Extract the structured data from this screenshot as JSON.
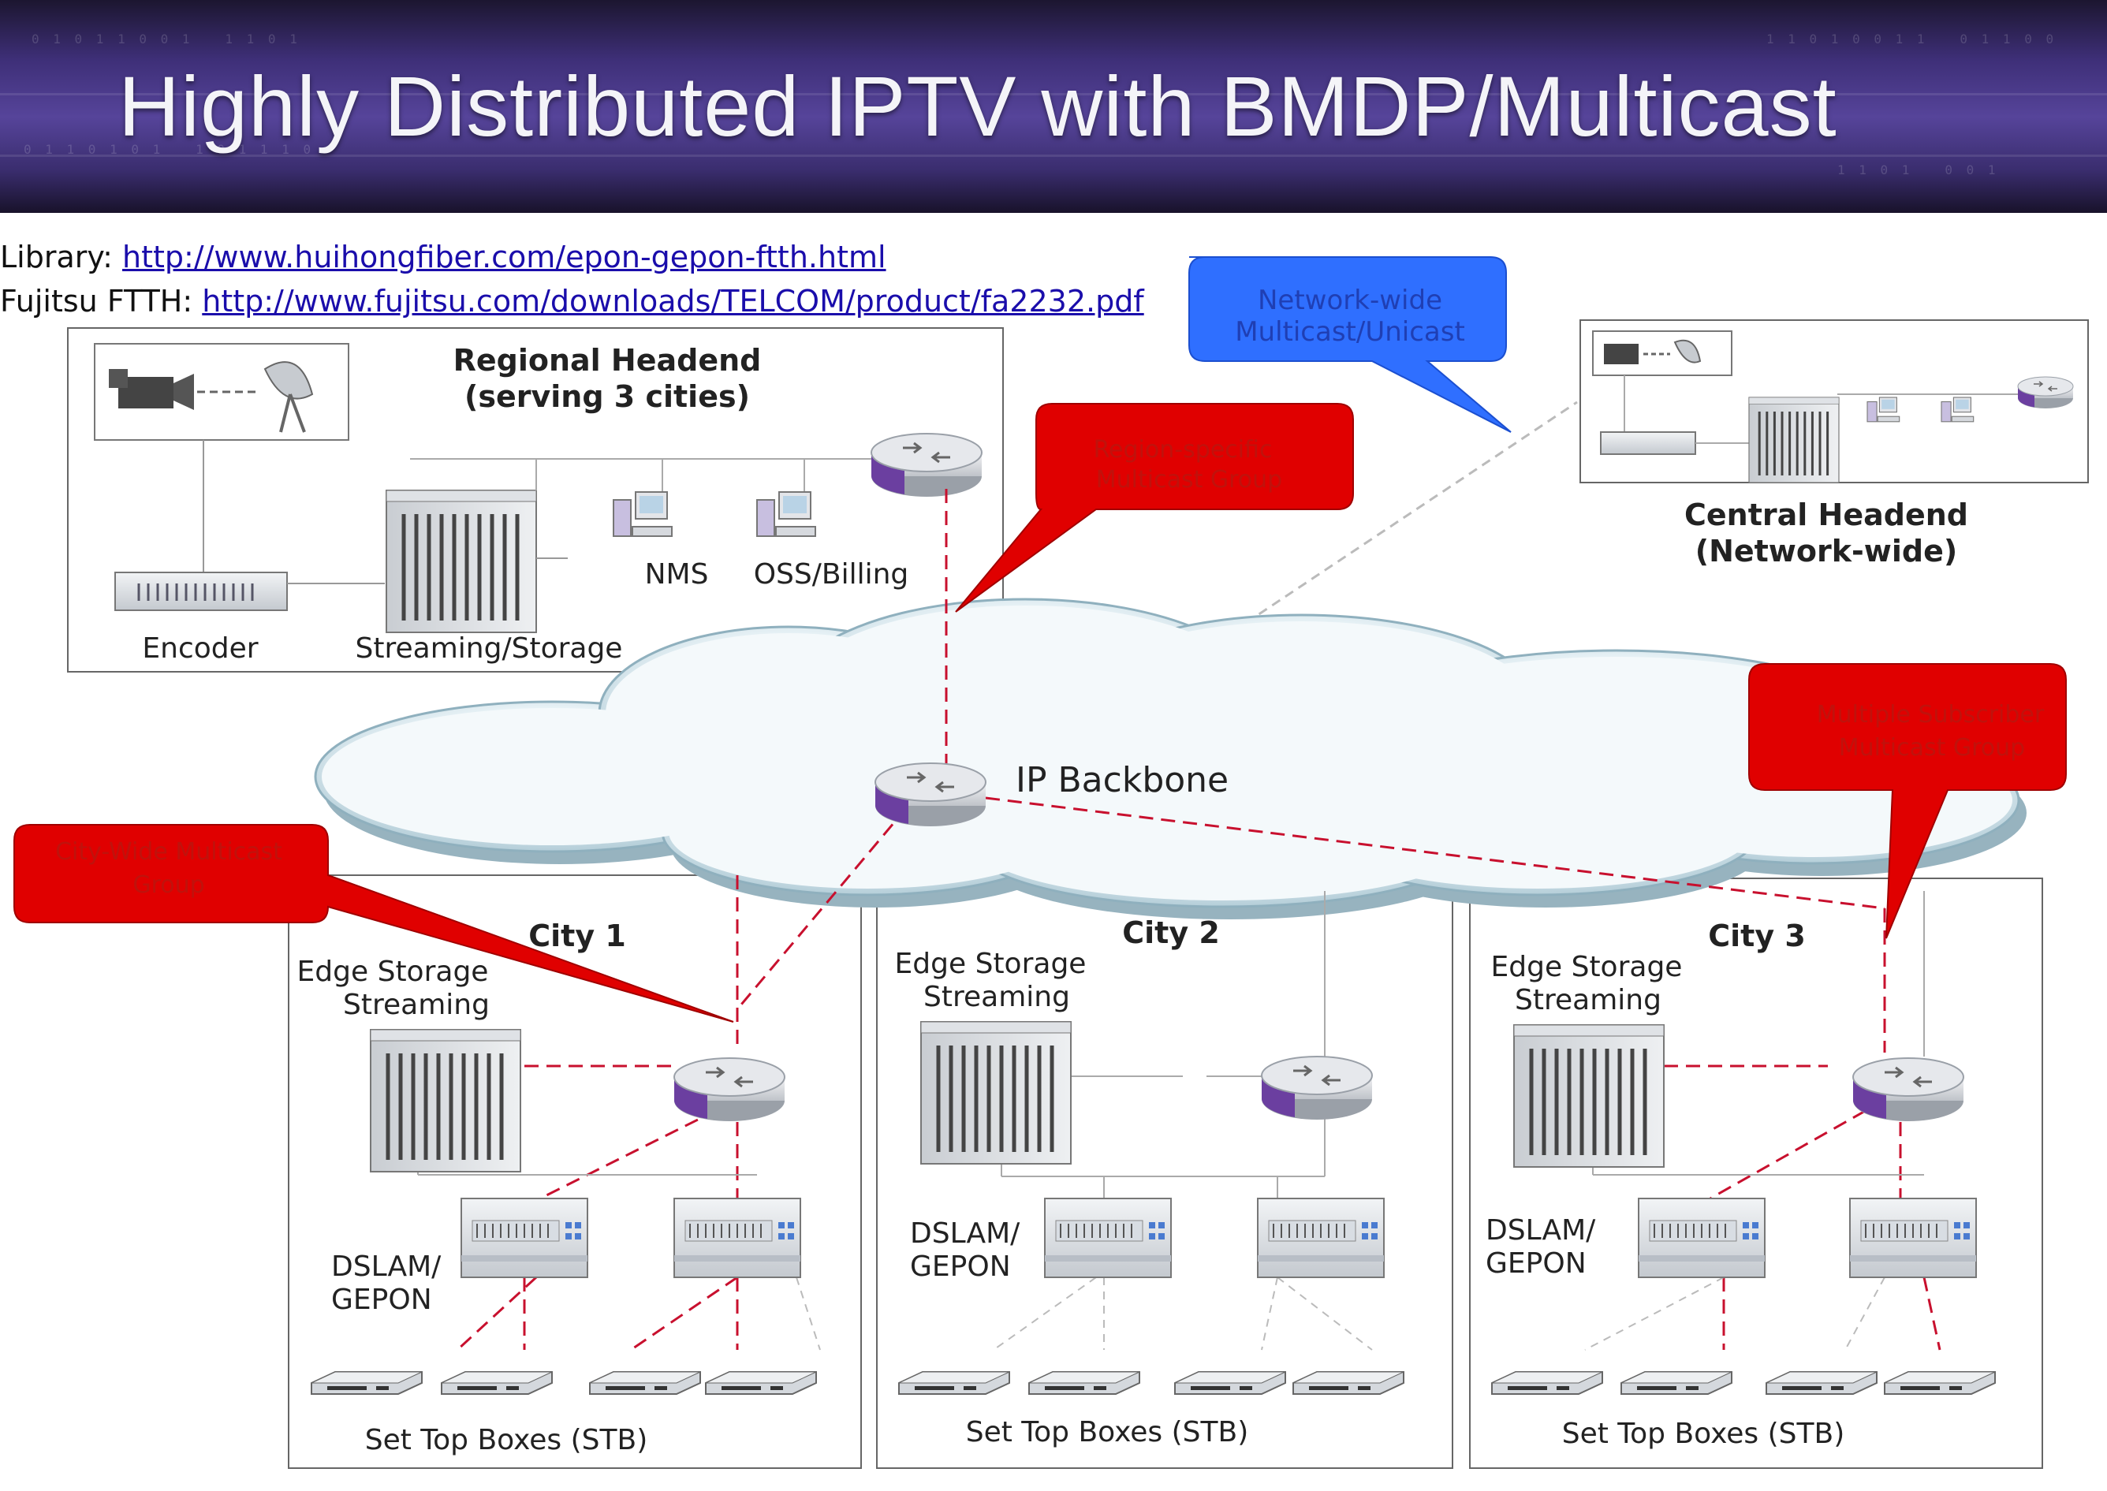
{
  "title": "Highly Distributed IPTV with BMDP/Multicast",
  "sources": [
    {
      "prefix": "Library: ",
      "link": "http://www.huihongfiber.com/epon-gepon-ftth.html"
    },
    {
      "prefix": "Fujitsu FTTH: ",
      "link": "http://www.fujitsu.com/downloads/TELCOM/product/fa2232.pdf"
    }
  ],
  "regional": {
    "title_line1": "Regional Headend",
    "title_line2": "(serving 3 cities)",
    "encoder": "Encoder",
    "streaming": "Streaming/Storage",
    "nms": "NMS",
    "oss": "OSS/Billing"
  },
  "central": {
    "title_line1": "Central Headend",
    "title_line2": "(Network-wide)"
  },
  "backbone": "IP Backbone",
  "callouts": {
    "network_wide_1": "Network-wide",
    "network_wide_2": "Multicast/Unicast",
    "region_1": "Region-specific",
    "region_2": "Multicast Group",
    "multi_sub_1": "Multiple Subscriber",
    "multi_sub_2": "Multicast Group",
    "city_wide_1": "City-Wide Multicast",
    "city_wide_2": "Group"
  },
  "cities": [
    {
      "name": "City 1",
      "edge1": "Edge Storage",
      "edge2": "Streaming",
      "dslam1": "DSLAM/",
      "dslam2": "GEPON",
      "stb": "Set Top Boxes (STB)"
    },
    {
      "name": "City 2",
      "edge1": "Edge Storage",
      "edge2": "Streaming",
      "dslam1": "DSLAM/",
      "dslam2": "GEPON",
      "stb": "Set Top Boxes (STB)"
    },
    {
      "name": "City 3",
      "edge1": "Edge Storage",
      "edge2": "Streaming",
      "dslam1": "DSLAM/",
      "dslam2": "GEPON",
      "stb": "Set Top Boxes (STB)"
    }
  ],
  "colors": {
    "callout_red": "#e00000",
    "callout_blue": "#2f6fff",
    "link_red": "#c8102e",
    "router_purple": "#6b3fa0"
  }
}
